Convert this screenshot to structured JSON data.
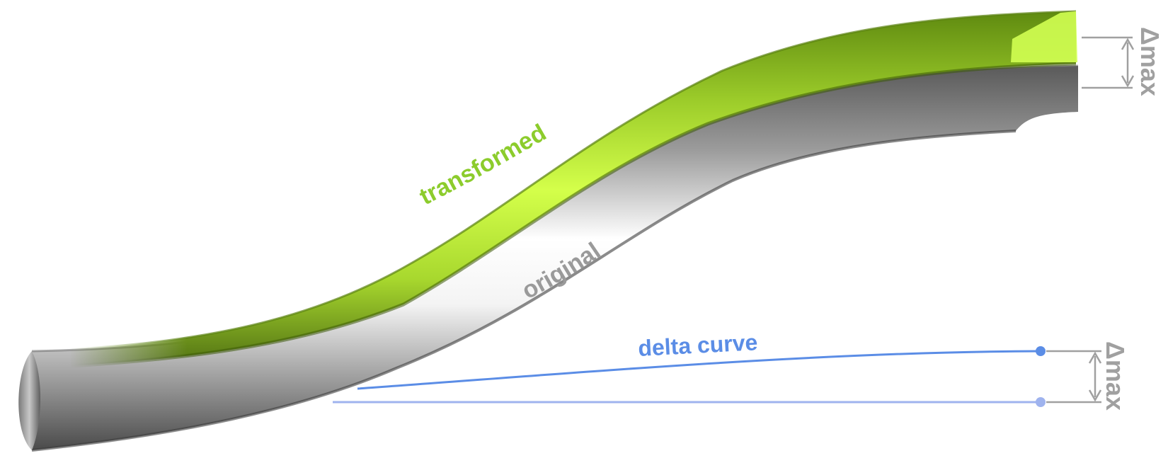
{
  "labels": {
    "transformed": "transformed",
    "original": "original",
    "delta_curve": "delta curve",
    "delta_max_top": "Δmax",
    "delta_max_bottom": "Δmax"
  },
  "colors": {
    "green": "#c8ff3a",
    "green_dark": "#6e9a12",
    "green_text": "#8ccc2c",
    "grey_text": "#9a9a9a",
    "blue": "#5b8de6",
    "blue_light": "#9fb3ee",
    "dimension": "#a0a0a0"
  }
}
